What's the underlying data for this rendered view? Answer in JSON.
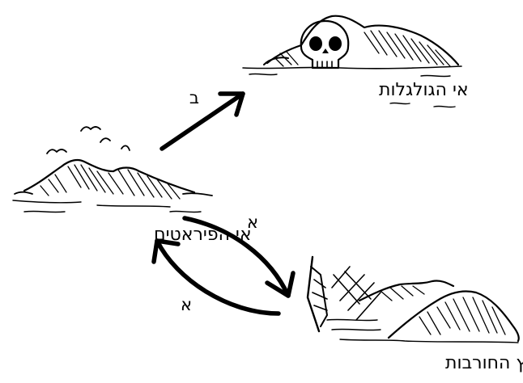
{
  "islands": {
    "skulls": {
      "label": "אי הגולגלות"
    },
    "pirates": {
      "label": "אי הפיראטים"
    },
    "shipwreck_bay": {
      "label": "מפרץ החורבות"
    }
  },
  "routes": {
    "pirates_to_skulls": {
      "label": "ב"
    },
    "pirates_to_bay": {
      "label": "א"
    },
    "bay_to_pirates": {
      "label": "א"
    }
  }
}
